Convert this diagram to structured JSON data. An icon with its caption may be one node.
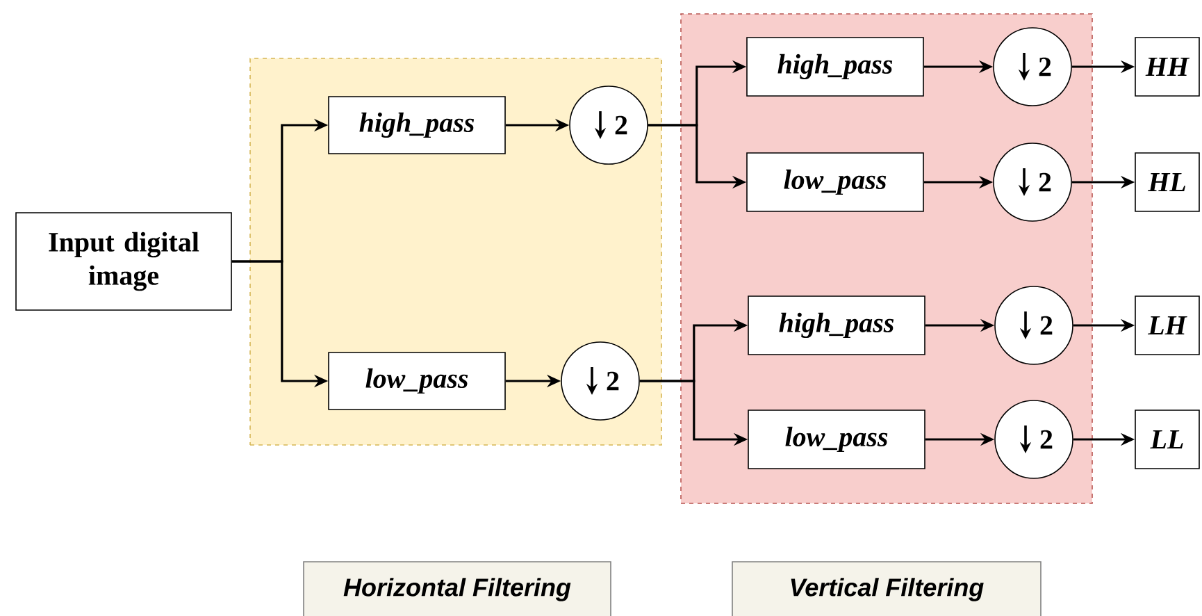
{
  "diagram": {
    "nodes": [
      {
        "text": [
          "Input digital image"
        ]
      },
      {
        "text": [],
        "shape": "box"
      },
      {
        "text": [
          "high_pass"
        ],
        "in": 1
      },
      {
        "text": [
          "2"
        ],
        "in": 1
      },
      {
        "text": [
          "low_pass"
        ],
        "in": 1
      },
      {
        "text": [
          "2"
        ],
        "in": 1
      },
      {
        "text": [],
        "shape": "box"
      },
      {
        "text": [
          "high_pass"
        ],
        "in": 6
      },
      {
        "text": [
          "2"
        ],
        "in": 6
      },
      {
        "text": [
          "low_pass"
        ],
        "in": 6
      },
      {
        "text": [
          "2"
        ],
        "in": 6
      },
      {
        "text": [
          "high_pass"
        ],
        "in": 6
      },
      {
        "text": [
          "2"
        ],
        "in": 6
      },
      {
        "text": [
          "low_pass"
        ],
        "in": 6
      },
      {
        "text": [
          "2"
        ],
        "in": 6
      },
      {
        "text": [
          "HH"
        ]
      },
      {
        "text": [
          "HL"
        ]
      },
      {
        "text": [
          "LH"
        ]
      },
      {
        "text": [
          "LL"
        ]
      },
      {
        "text": [
          "Horizontal Filtering"
        ]
      },
      {
        "text": [
          "Vertical Filtering"
        ]
      }
    ],
    "edges": [
      {
        "from": 0,
        "to": 2,
        "arrow": "to"
      },
      {
        "from": 0,
        "to": 4,
        "arrow": "to"
      },
      {
        "from": 2,
        "to": 3,
        "arrow": "to"
      },
      {
        "from": 4,
        "to": 5,
        "arrow": "to"
      },
      {
        "from": 3,
        "to": 7,
        "arrow": "to"
      },
      {
        "from": 3,
        "to": 9,
        "arrow": "to"
      },
      {
        "from": 5,
        "to": 11,
        "arrow": "to"
      },
      {
        "from": 5,
        "to": 13,
        "arrow": "to"
      },
      {
        "from": 7,
        "to": 8,
        "arrow": "to"
      },
      {
        "from": 9,
        "to": 10,
        "arrow": "to"
      },
      {
        "from": 11,
        "to": 12,
        "arrow": "to"
      },
      {
        "from": 13,
        "to": 14,
        "arrow": "to"
      },
      {
        "from": 8,
        "to": 15,
        "arrow": "to"
      },
      {
        "from": 10,
        "to": 16,
        "arrow": "to"
      },
      {
        "from": 12,
        "to": 17,
        "arrow": "to"
      },
      {
        "from": 14,
        "to": 18,
        "arrow": "to"
      }
    ]
  }
}
